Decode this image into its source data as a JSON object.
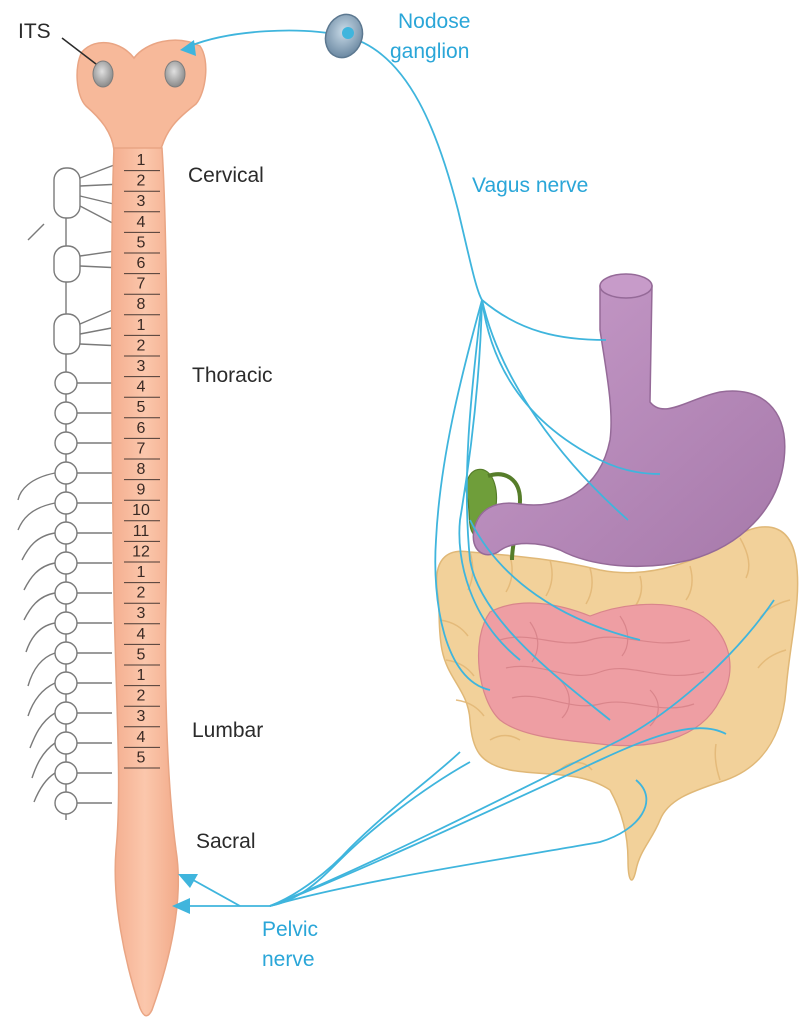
{
  "labels": {
    "its": "ITS",
    "nodose": [
      "Nodose",
      "ganglion"
    ],
    "vagus": "Vagus nerve",
    "cervical": "Cervical",
    "thoracic": "Thoracic",
    "lumbar": "Lumbar",
    "sacral": "Sacral",
    "pelvic": [
      "Pelvic",
      "nerve"
    ]
  },
  "segments": [
    {
      "region": "cervical",
      "numbers": [
        "1",
        "2",
        "3",
        "4",
        "5",
        "6",
        "7",
        "8"
      ]
    },
    {
      "region": "thoracic",
      "numbers": [
        "1",
        "2",
        "3",
        "4",
        "5",
        "6",
        "7",
        "8",
        "9",
        "10",
        "11",
        "12"
      ]
    },
    {
      "region": "lumbar",
      "numbers": [
        "1",
        "2",
        "3",
        "4",
        "5"
      ]
    },
    {
      "region": "sacral",
      "numbers": [
        "1",
        "2",
        "3",
        "4",
        "5"
      ]
    }
  ],
  "colors": {
    "cord": "#f7b99a",
    "cord_edge": "#e9a584",
    "nerve": "#3fb5dd",
    "stomach": "#b58ab8",
    "colon": "#f2d19a",
    "small_intestine": "#ee9ea3",
    "gallbladder": "#6f9e3a",
    "chain": "#7a7a7a"
  }
}
